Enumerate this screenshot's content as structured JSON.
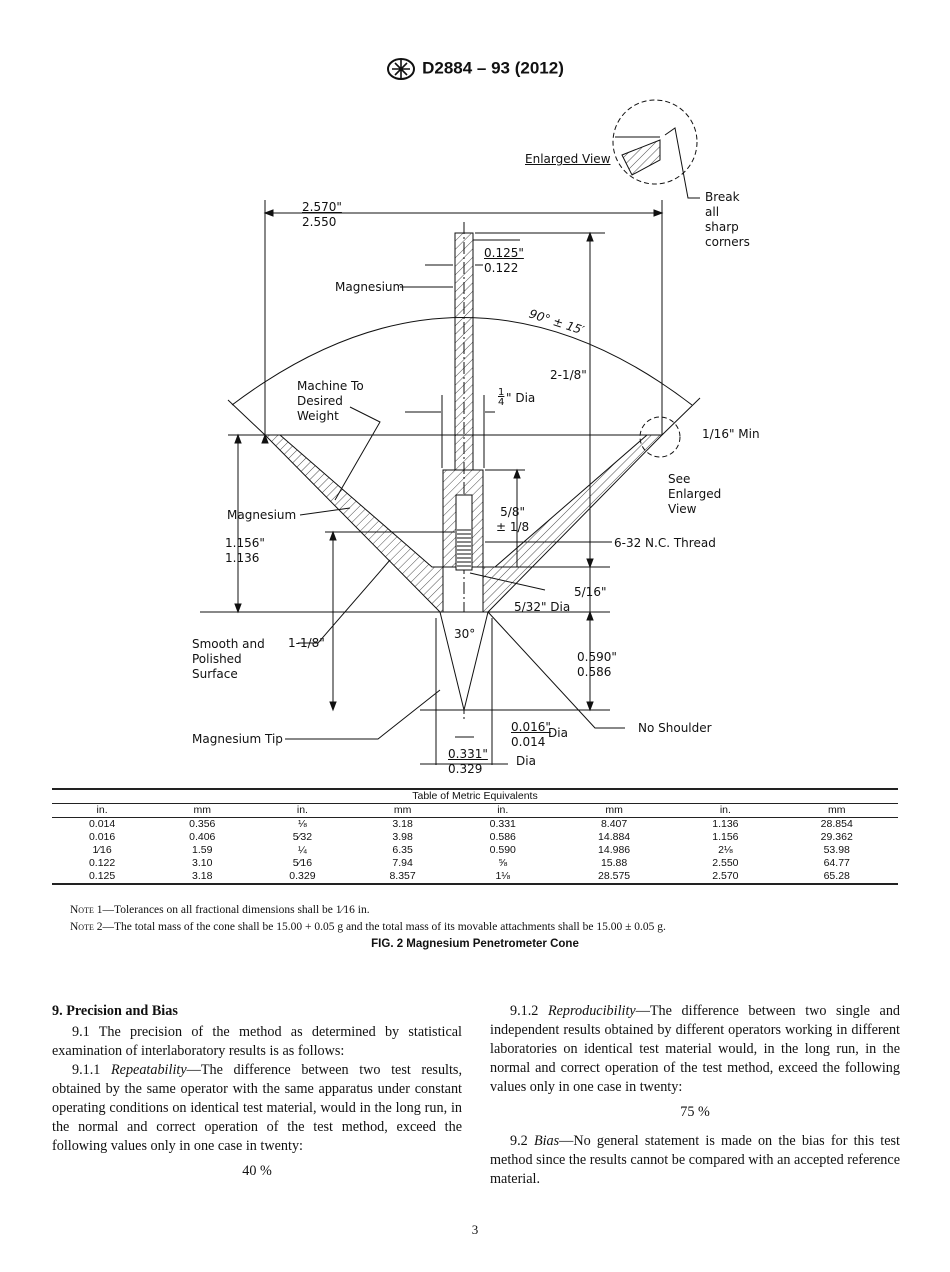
{
  "header": {
    "designation": "D2884 – 93 (2012)",
    "logo": "ASTM"
  },
  "figure": {
    "labels": {
      "enlarged_view": "Enlarged View",
      "break_corners": [
        "Break",
        "all",
        "sharp",
        "corners"
      ],
      "width_max": "2.570\"",
      "width_min": "2.550",
      "stem_max": "0.125\"",
      "stem_min": "0.122",
      "magnesium_stem": "Magnesium",
      "angle": "90° ± 15′",
      "height_total": "2-1/8\"",
      "machine": [
        "Machine To",
        "Desired",
        "Weight"
      ],
      "quarter_dia_num": "1",
      "quarter_dia_den": "4",
      "quarter_dia_unit": "\" Dia",
      "min": "1/16\" Min",
      "see_enlarged": [
        "See",
        "Enlarged",
        "View"
      ],
      "magnesium_cone": "Magnesium",
      "depth_max": "1.156\"",
      "depth_min": "1.136",
      "thread_depth": [
        "5/8\"",
        "± 1/8"
      ],
      "thread": "6-32 N.C. Thread",
      "hub": "5/16\"",
      "hole": "5/32\" Dia",
      "smooth": [
        "Smooth and",
        "Polished",
        "Surface"
      ],
      "length": "1-1/8\"",
      "tip_angle": "30°",
      "tip_len_max": "0.590\"",
      "tip_len_min": "0.586",
      "tip_label": "Magnesium Tip",
      "point_max": "0.016\"",
      "point_min": "0.014",
      "point_unit": "Dia",
      "no_shoulder": "No Shoulder",
      "base_max": "0.331\"",
      "base_min": "0.329",
      "base_unit": "Dia"
    }
  },
  "table": {
    "caption": "Table of Metric Equivalents",
    "headers": [
      "in.",
      "mm",
      "in.",
      "mm",
      "in.",
      "mm",
      "in.",
      "mm"
    ],
    "rows": [
      [
        "0.014",
        "0.356",
        "⅛",
        "3.18",
        "0.331",
        "8.407",
        "1.136",
        "28.854"
      ],
      [
        "0.016",
        "0.406",
        "5⁄32",
        "3.98",
        "0.586",
        "14.884",
        "1.156",
        "29.362"
      ],
      [
        "1⁄16",
        "1.59",
        "¼",
        "6.35",
        "0.590",
        "14.986",
        "2⅛",
        "53.98"
      ],
      [
        "0.122",
        "3.10",
        "5⁄16",
        "7.94",
        "⅝",
        "15.88",
        "2.550",
        "64.77"
      ],
      [
        "0.125",
        "3.18",
        "0.329",
        "8.357",
        "1⅛",
        "28.575",
        "2.570",
        "65.28"
      ]
    ]
  },
  "notes": [
    {
      "label": "Note 1",
      "text": "—Tolerances on all fractional dimensions shall be 1⁄16 in."
    },
    {
      "label": "Note 2",
      "text": "—The total mass of the cone shall be 15.00 + 0.05 g and the total mass of its movable attachments shall be 15.00 ± 0.05 g."
    }
  ],
  "figure_caption": "FIG. 2 Magnesium Penetrometer Cone",
  "section": {
    "heading": "9. Precision and Bias",
    "p91": "9.1 The precision of the method as determined by statistical examination of interlaboratory results is as follows:",
    "p911_num": "9.1.1 ",
    "p911_term": "Repeatability",
    "p911_text": "—The difference between two test results, obtained by the same operator with the same apparatus under constant operating conditions on identical test material, would in the long run, in the normal and correct operation of the test method, exceed the following values only in one case in twenty:",
    "repeatability_value": "40 %",
    "p912_num": "9.1.2 ",
    "p912_term": "Reproducibility",
    "p912_text": "—The difference between two single and independent results obtained by different operators working in different laboratories on identical test material would, in the long run, in the normal and correct operation of the test method, exceed the following values only in one case in twenty:",
    "reproducibility_value": "75 %",
    "p92_num": "9.2 ",
    "p92_term": "Bias",
    "p92_text": "—No general statement is made on the bias for this test method since the results cannot be compared with an accepted reference material."
  },
  "page_number": "3"
}
